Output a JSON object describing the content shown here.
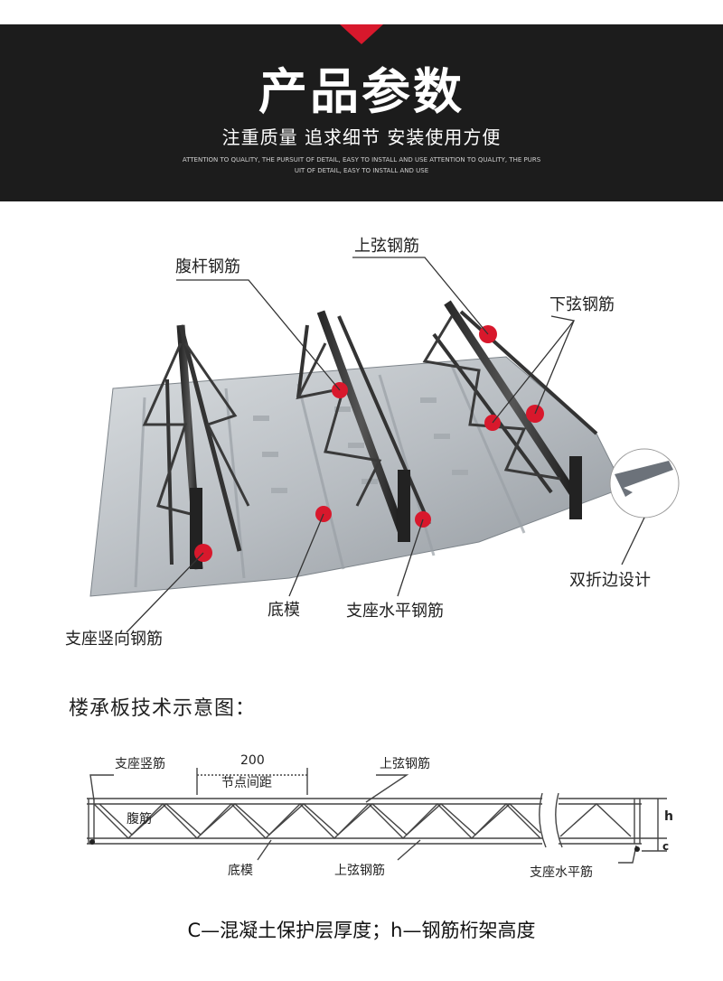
{
  "header": {
    "title": "产品参数",
    "subtitle": "注重质量 追求细节 安装使用方便",
    "english": "ATTENTION TO QUALITY, THE PURSUIT OF DETAIL, EASY TO INSTALL AND USE ATTENTION TO QUALITY, THE PURSUIT OF DETAIL, EASY TO INSTALL AND USE"
  },
  "product_labels": {
    "web_rebar": "腹杆钢筋",
    "top_chord": "上弦钢筋",
    "bottom_chord": "下弦钢筋",
    "double_fold": "双折边设计",
    "support_vertical": "支座竖向钢筋",
    "bottom_form": "底模",
    "support_horizontal": "支座水平钢筋"
  },
  "diagram": {
    "title": "楼承板技术示意图：",
    "support_vertical": "支座竖筋",
    "spacing_value": "200",
    "spacing_label": "节点间距",
    "top_chord": "上弦钢筋",
    "web": "腹筋",
    "bottom_form": "底模",
    "top_chord_lower": "上弦钢筋",
    "support_horizontal": "支座水平筋",
    "h": "h",
    "c": "c"
  },
  "caption": "C—混凝土保护层厚度；h—钢筋桁架高度",
  "colors": {
    "header_bg": "#1c1c1c",
    "accent": "#d8182c",
    "marker": "#d8182c"
  }
}
